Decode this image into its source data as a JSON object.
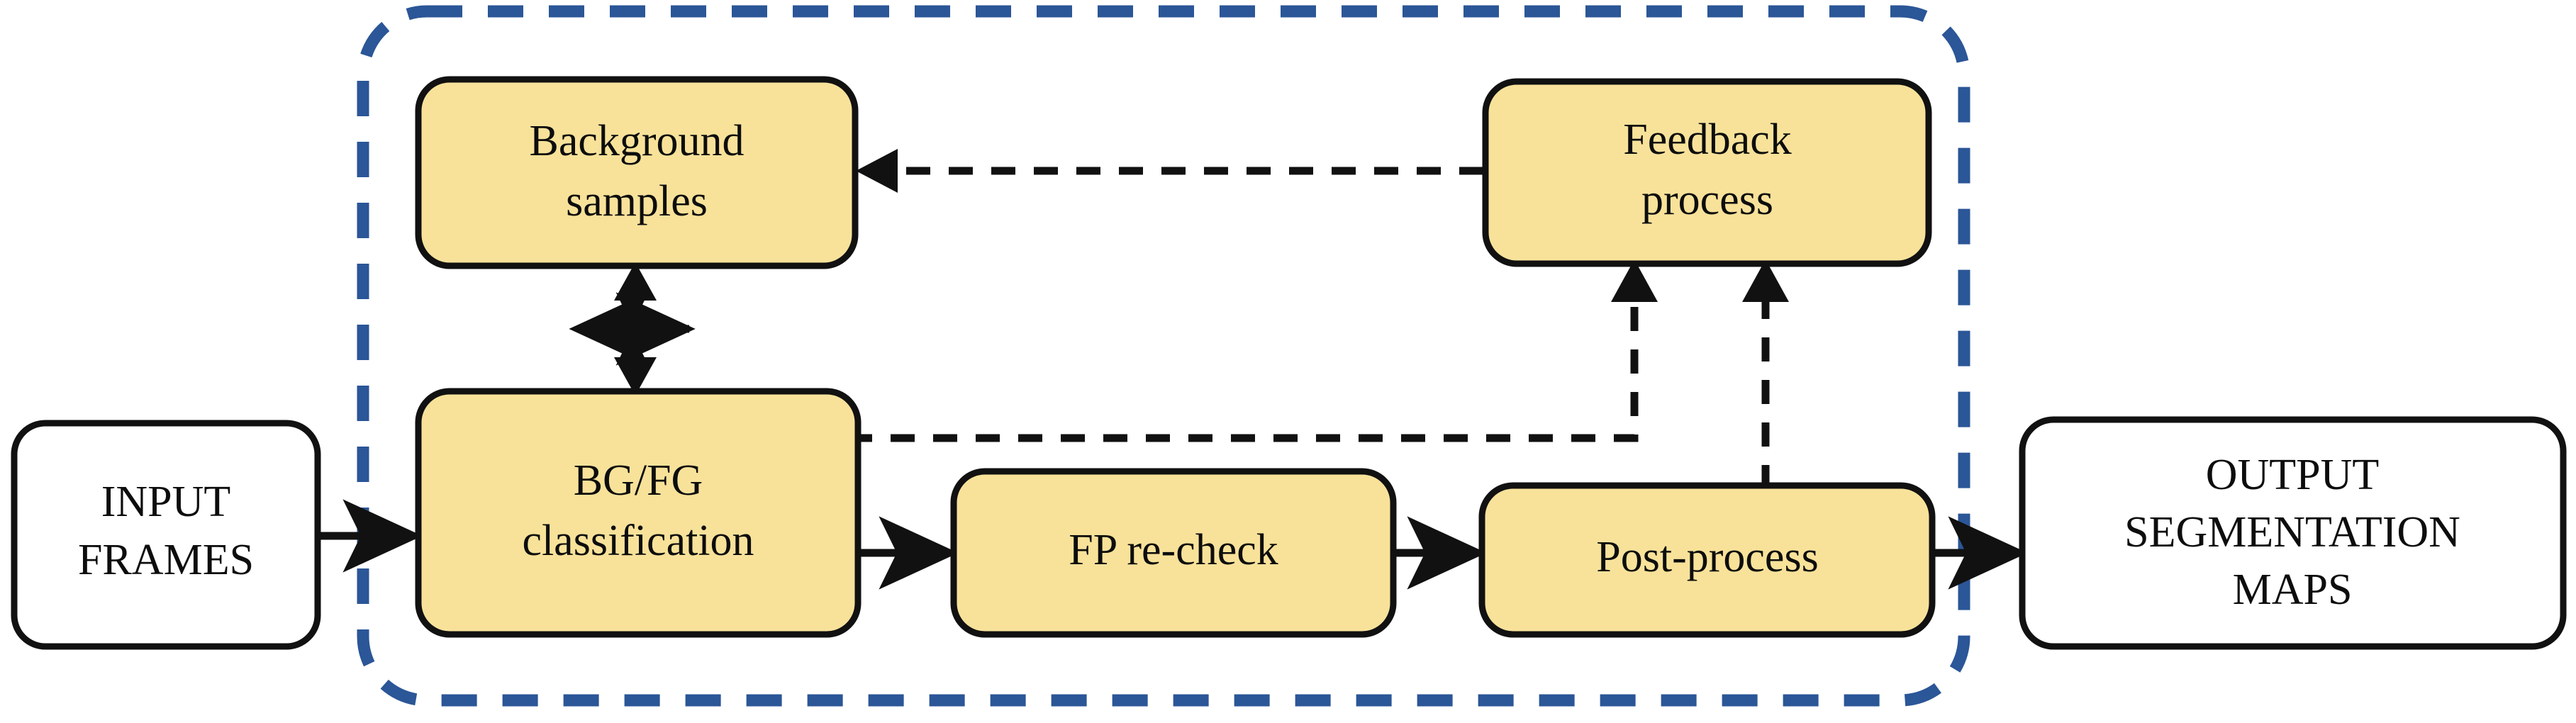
{
  "diagram": {
    "title": "Background subtraction pipeline block diagram",
    "colors": {
      "process_fill": "#F8E29A",
      "process_stroke": "#111111",
      "io_fill": "#FFFFFF",
      "io_stroke": "#111111",
      "group_border": "#2B5697",
      "arrow_solid": "#111111",
      "arrow_dashed": "#111111",
      "background": "#FFFFFF"
    },
    "group": {
      "name": "method-boundary",
      "style": "dashed-rounded-rectangle",
      "color": "#2B5697"
    },
    "io_nodes": [
      {
        "id": "input-frames",
        "lines": [
          "INPUT",
          "FRAMES"
        ],
        "shape": "rounded-rect",
        "fill": "#FFFFFF"
      },
      {
        "id": "output-maps",
        "lines": [
          "OUTPUT",
          "SEGMENTATION",
          "MAPS"
        ],
        "shape": "rounded-rect",
        "fill": "#FFFFFF"
      }
    ],
    "process_nodes": [
      {
        "id": "background-samples",
        "lines": [
          "Background",
          "samples"
        ],
        "shape": "rounded-rect",
        "fill": "#F8E29A"
      },
      {
        "id": "bg-fg-classification",
        "lines": [
          "BG/FG",
          "classification"
        ],
        "shape": "rounded-rect",
        "fill": "#F8E29A"
      },
      {
        "id": "fp-recheck",
        "lines": [
          "FP re-check"
        ],
        "shape": "rounded-rect",
        "fill": "#F8E29A"
      },
      {
        "id": "feedback-process",
        "lines": [
          "Feedback",
          "process"
        ],
        "shape": "rounded-rect",
        "fill": "#F8E29A"
      },
      {
        "id": "post-process",
        "lines": [
          "Post-process"
        ],
        "shape": "rounded-rect",
        "fill": "#F8E29A"
      }
    ],
    "edges": [
      {
        "id": "input-to-classification",
        "from": "input-frames",
        "to": "bg-fg-classification",
        "style": "solid",
        "heads": "single"
      },
      {
        "id": "samples-classification-exchange",
        "from": "background-samples",
        "to": "bg-fg-classification",
        "style": "solid",
        "heads": "double"
      },
      {
        "id": "classification-to-fp",
        "from": "bg-fg-classification",
        "to": "fp-recheck",
        "style": "solid",
        "heads": "single"
      },
      {
        "id": "fp-to-post",
        "from": "fp-recheck",
        "to": "post-process",
        "style": "solid",
        "heads": "single"
      },
      {
        "id": "post-to-output",
        "from": "post-process",
        "to": "output-maps",
        "style": "solid",
        "heads": "single"
      },
      {
        "id": "classification-to-feedback",
        "from": "bg-fg-classification",
        "to": "feedback-process",
        "style": "dashed",
        "heads": "single"
      },
      {
        "id": "post-to-feedback",
        "from": "post-process",
        "to": "feedback-process",
        "style": "dashed",
        "heads": "single"
      },
      {
        "id": "feedback-to-samples",
        "from": "feedback-process",
        "to": "background-samples",
        "style": "dashed",
        "heads": "single"
      }
    ]
  }
}
